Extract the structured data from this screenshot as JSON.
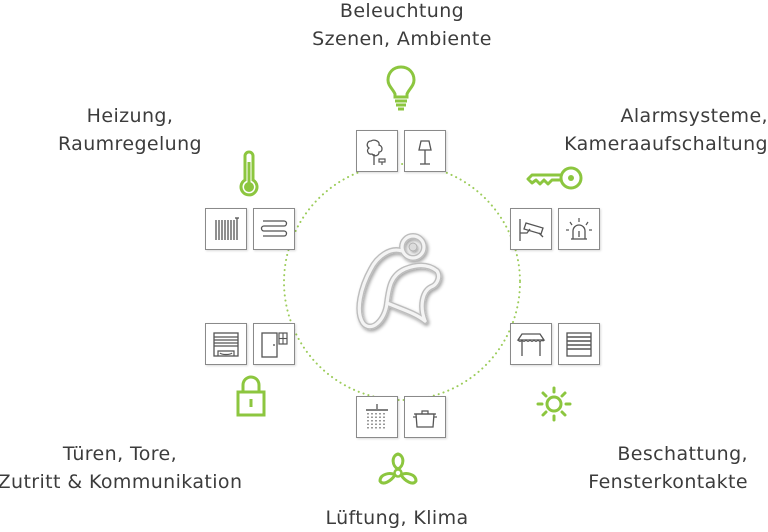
{
  "categories": {
    "lighting": {
      "line1": "Beleuchtung",
      "line2": "Szenen, Ambiente",
      "icon": "lightbulb-icon"
    },
    "alarm": {
      "line1": "Alarmsysteme,",
      "line2": "Kameraaufschaltung",
      "icon": "key-icon"
    },
    "shading": {
      "line1": "Beschattung,",
      "line2": "Fensterkontakte",
      "icon": "sun-icon"
    },
    "ventilation": {
      "line1": "Lüftung, Klima",
      "icon": "fan-icon"
    },
    "doors": {
      "line1": "Türen, Tore,",
      "line2": "Zutritt & Kommunikation",
      "icon": "padlock-icon"
    },
    "heating": {
      "line1": "Heizung,",
      "line2": "Raumregelung",
      "icon": "thermometer-icon"
    }
  },
  "colors": {
    "accent": "#8cc63f",
    "ring": "#9ccc5a",
    "box_border": "#8a8a8a",
    "icon_stroke": "#555555",
    "text": "#3c3c3c"
  }
}
